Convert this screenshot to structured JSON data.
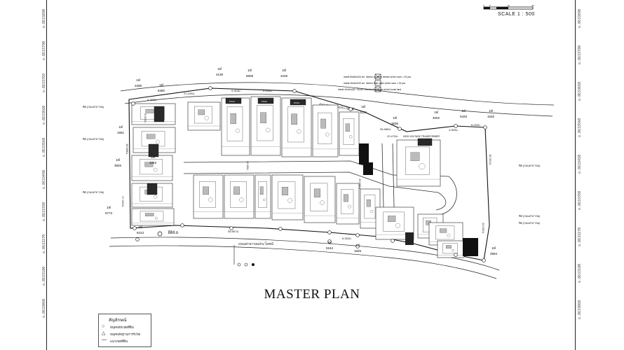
{
  "sheet": {
    "title": "MASTER PLAN",
    "scale_label": "SCALE 1 : 500",
    "scale_ticks": [
      "0",
      "5",
      "10",
      "20"
    ],
    "benchmark": "BM.o",
    "grid_left": [
      "o.8633890",
      "o.8633790",
      "o.8633769",
      "o.8633660",
      "o.8633560",
      "o.8633450",
      "o.8633350",
      "o.8633270",
      "o.8633180",
      "o.8633060"
    ],
    "grid_right": [
      "o.8633890",
      "o.8633780",
      "o.8633660",
      "o.8633560",
      "o.8633450",
      "o.8633350",
      "o.8633270",
      "o.8633180",
      "o.8633060"
    ]
  },
  "plan": {
    "roads": [
      {
        "label": "ถนนสาธารณประโยชน์"
      },
      {
        "label": "ถนนสาธารณประโยชน์"
      }
    ],
    "notes": [
      "Inside 60x60x100 cm.  Interior  concrete electric at the room = 20 pcs.",
      "Inside 40x40x100 cm.  Interior  Rain water at the room = 24 pcs.",
      "Inside 40x40x(30~70) cm.  Exterior  Rain water at the house land"
    ],
    "transformer": "HIGH VOLTAGE TRANSFORMER",
    "plot_labels": [
      {
        "t": "1ฬ",
        "n": "2288"
      },
      {
        "t": "1ฬ",
        "n": "8480"
      },
      {
        "t": "1ฬ",
        "n": "4138"
      },
      {
        "t": "1ฬ",
        "n": "6608"
      },
      {
        "t": "1ฬ",
        "n": "4248"
      },
      {
        "t": "1ฬ",
        "n": "1104"
      },
      {
        "t": "1ฬ",
        "n": "3836"
      },
      {
        "t": "1ฬ",
        "n": "4002"
      },
      {
        "t": "1ฬ",
        "n": "6426"
      },
      {
        "t": "1ฬ",
        "n": "1632"
      },
      {
        "t": "1ฬ",
        "n": "1661"
      },
      {
        "t": "1ฬ",
        "n": "3826"
      },
      {
        "t": "1ฬ",
        "n": "4253"
      },
      {
        "t": "1ฬ",
        "n": "5773"
      },
      {
        "t": "1ฬ",
        "n": "6413"
      },
      {
        "t": "1ฬ",
        "n": "5164"
      },
      {
        "t": "1ฬ",
        "n": "1825"
      },
      {
        "t": "1ฬ",
        "n": "3584"
      }
    ],
    "side_labels": [
      "ทิศ (ถนนสาธารณ)",
      "ทิศ (ถนนสาธารณ)",
      "ทิศ (ถนนสาธารณ)",
      "ทิศ (ถนนสาธารณ)",
      "ทิศ (ถนนสาธารณ)",
      "ทิศ (ถนนสาธารณ)"
    ],
    "dimensions": [
      "8.760ม.",
      "21.533ม.",
      "9.304ม.",
      "9.300ม.",
      "95.886ม.",
      "4.960ม.",
      "6.000ม.",
      "18.301ม.",
      "55.867ม.",
      "8.352ม.",
      "24.000ม.",
      "33.568ม.",
      "42.85ม.",
      "17.254ม.",
      "18.958ม.",
      "6.000ม.",
      "20.475ม."
    ],
    "pool_label": "POOL"
  },
  "legend": {
    "title": "สัญลักษณ์",
    "rows": [
      {
        "sym": "○",
        "label": "หมุดหลักเขตที่ดิน"
      },
      {
        "sym": "△",
        "label": "หมุดหลักฐานการรังวัด"
      },
      {
        "sym": "—",
        "label": "แนวเขตที่ดิน"
      }
    ]
  }
}
